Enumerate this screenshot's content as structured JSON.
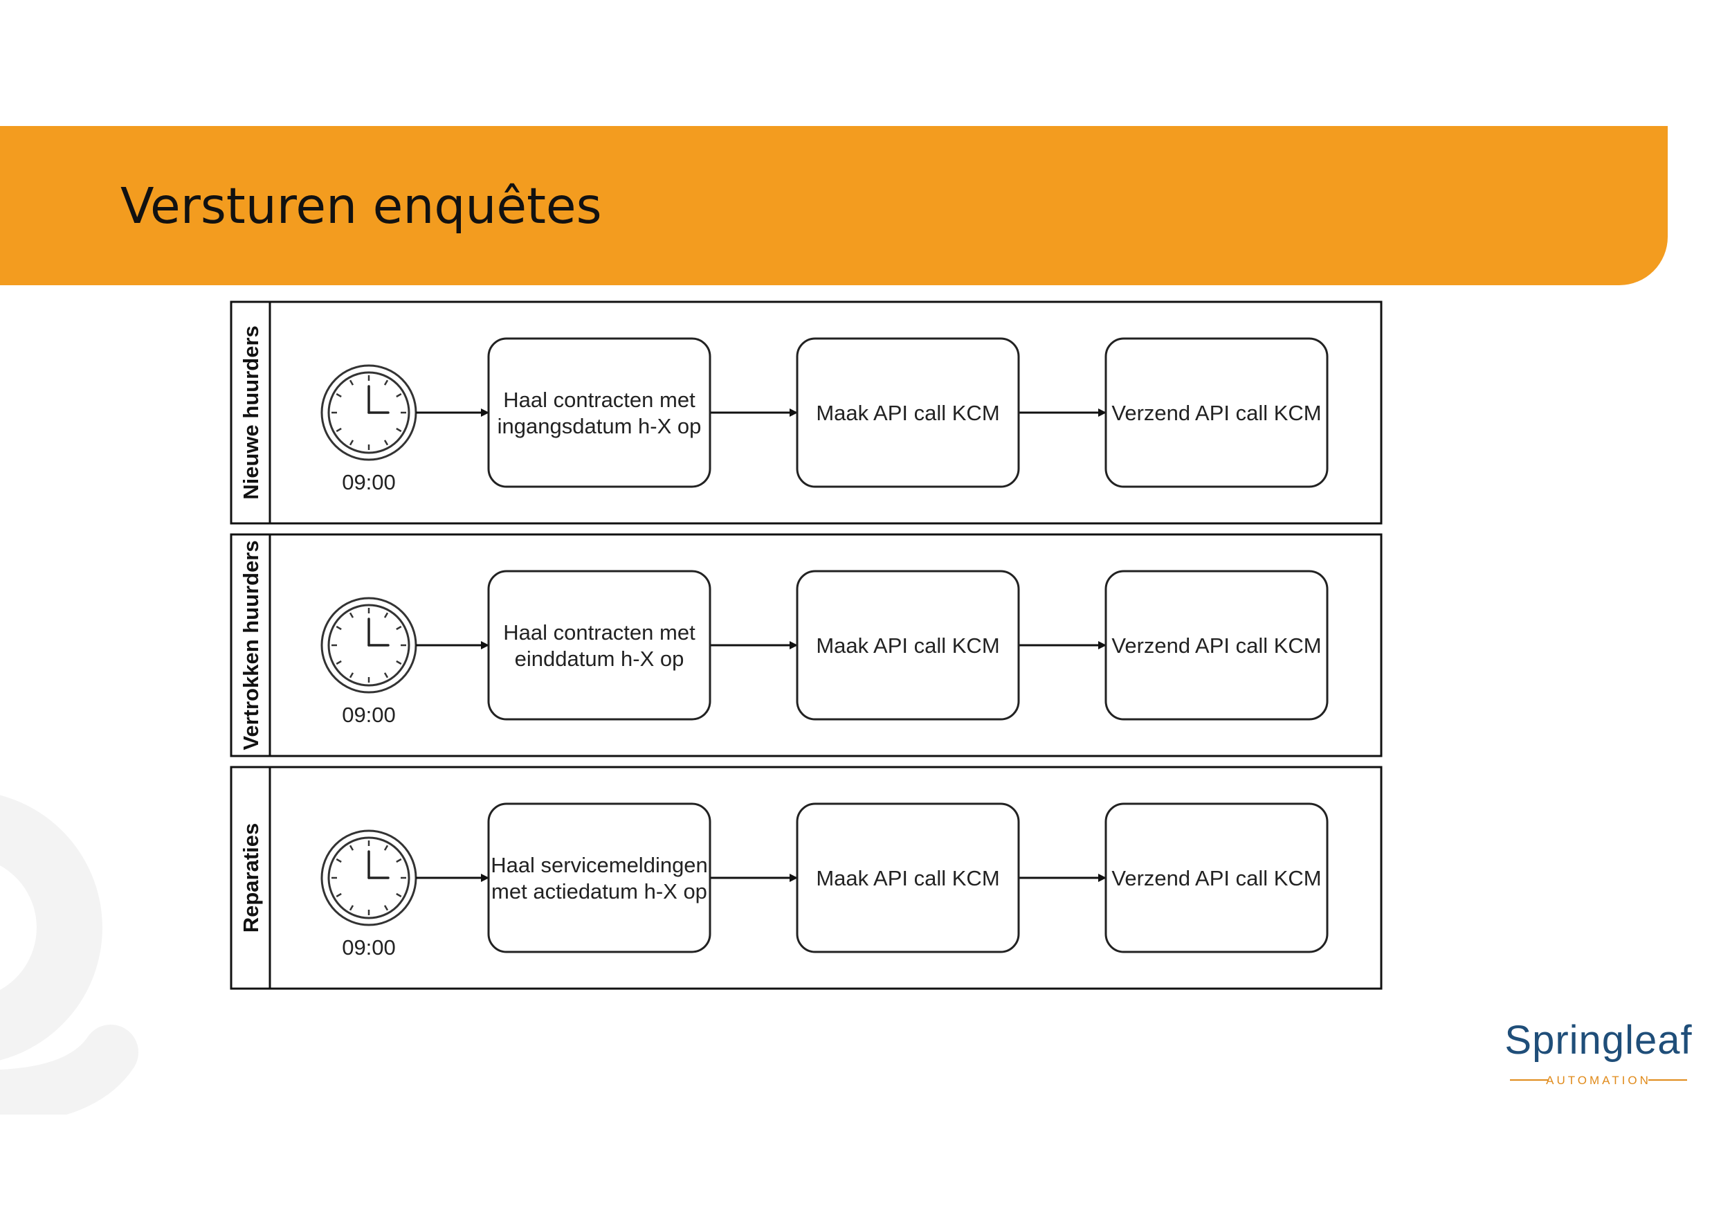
{
  "slide": {
    "title": "Versturen enquêtes"
  },
  "lanes": [
    {
      "name": "Nieuwe huurders",
      "timer": {
        "icon": "clock-icon",
        "label": "09:00"
      },
      "tasks": [
        {
          "lines": [
            "Haal contracten met",
            "ingangsdatum h-X op"
          ]
        },
        {
          "lines": [
            "Maak API call KCM"
          ]
        },
        {
          "lines": [
            "Verzend API call KCM"
          ]
        }
      ]
    },
    {
      "name": "Vertrokken huurders",
      "timer": {
        "icon": "clock-icon",
        "label": "09:00"
      },
      "tasks": [
        {
          "lines": [
            "Haal contracten met",
            "einddatum h-X op"
          ]
        },
        {
          "lines": [
            "Maak API call KCM"
          ]
        },
        {
          "lines": [
            "Verzend API call KCM"
          ]
        }
      ]
    },
    {
      "name": "Reparaties",
      "timer": {
        "icon": "clock-icon",
        "label": "09:00"
      },
      "tasks": [
        {
          "lines": [
            "Haal servicemeldingen",
            "met actiedatum h-X op"
          ]
        },
        {
          "lines": [
            "Maak API call KCM"
          ]
        },
        {
          "lines": [
            "Verzend API call KCM"
          ]
        }
      ]
    }
  ],
  "logo": {
    "wordmark": "Springleaf",
    "tagline": "AUTOMATION"
  },
  "colors": {
    "header": "#F39C1F",
    "logo_text": "#1F4E79",
    "logo_accent": "#E08A1A",
    "line": "#111111"
  }
}
